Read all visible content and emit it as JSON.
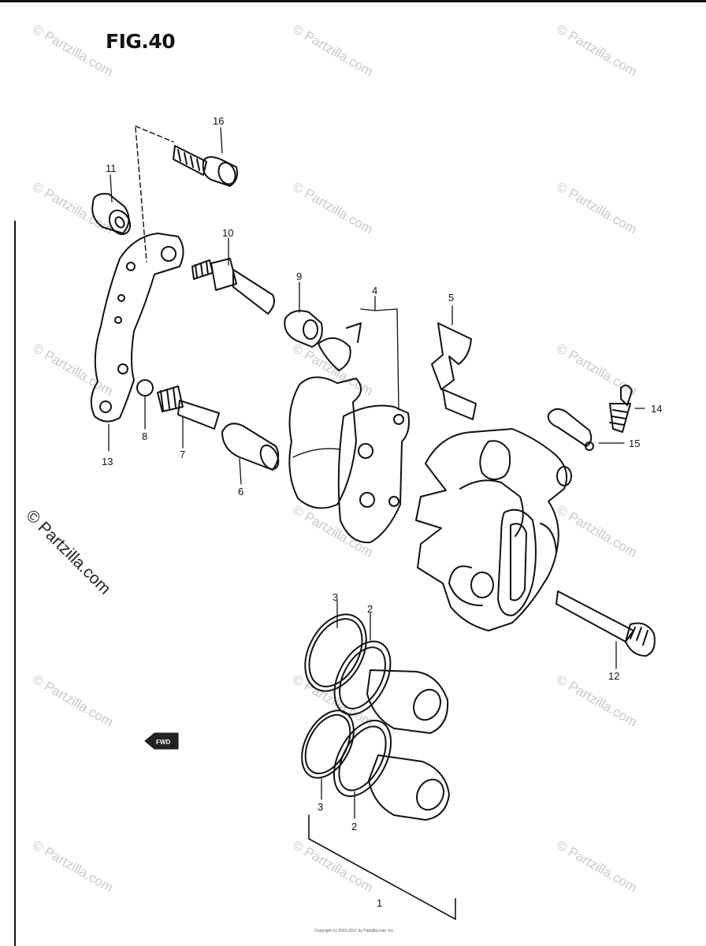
{
  "figure": {
    "title": "FIG.40"
  },
  "callouts": {
    "c1": "1",
    "c2a": "2",
    "c2b": "2",
    "c3a": "3",
    "c3b": "3",
    "c4": "4",
    "c5": "5",
    "c6": "6",
    "c7": "7",
    "c8": "8",
    "c9": "9",
    "c10": "10",
    "c11": "11",
    "c12": "12",
    "c13": "13",
    "c14": "14",
    "c15": "15",
    "c16": "16"
  },
  "watermark": {
    "text": "© Partzilla.com"
  },
  "fwd_label": "FWD",
  "footer": {
    "copyright": "Copyright (c) 2001-2017 by Partzilla.com, Inc."
  },
  "colors": {
    "ink": "#111111",
    "watermark": "#c9c9c9",
    "background": "#ffffff"
  }
}
